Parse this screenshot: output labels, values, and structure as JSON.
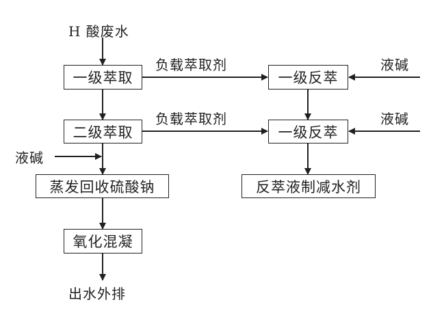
{
  "input": {
    "label": "H 酸废水"
  },
  "left_column": {
    "stage1": "一级萃取",
    "stage2": "二级萃取",
    "evaporate": "蒸发回收硫酸钠",
    "oxidize": "氧化混凝",
    "output": "出水外排"
  },
  "right_column": {
    "back1": "一级反萃",
    "back2": "一级反萃",
    "product": "反萃液制减水剂"
  },
  "flows": {
    "loaded_extractant_1": "负载萃取剂",
    "loaded_extractant_2": "负载萃取剂",
    "caustic_1": "液碱",
    "caustic_2": "液碱",
    "caustic_3": "液碱"
  }
}
